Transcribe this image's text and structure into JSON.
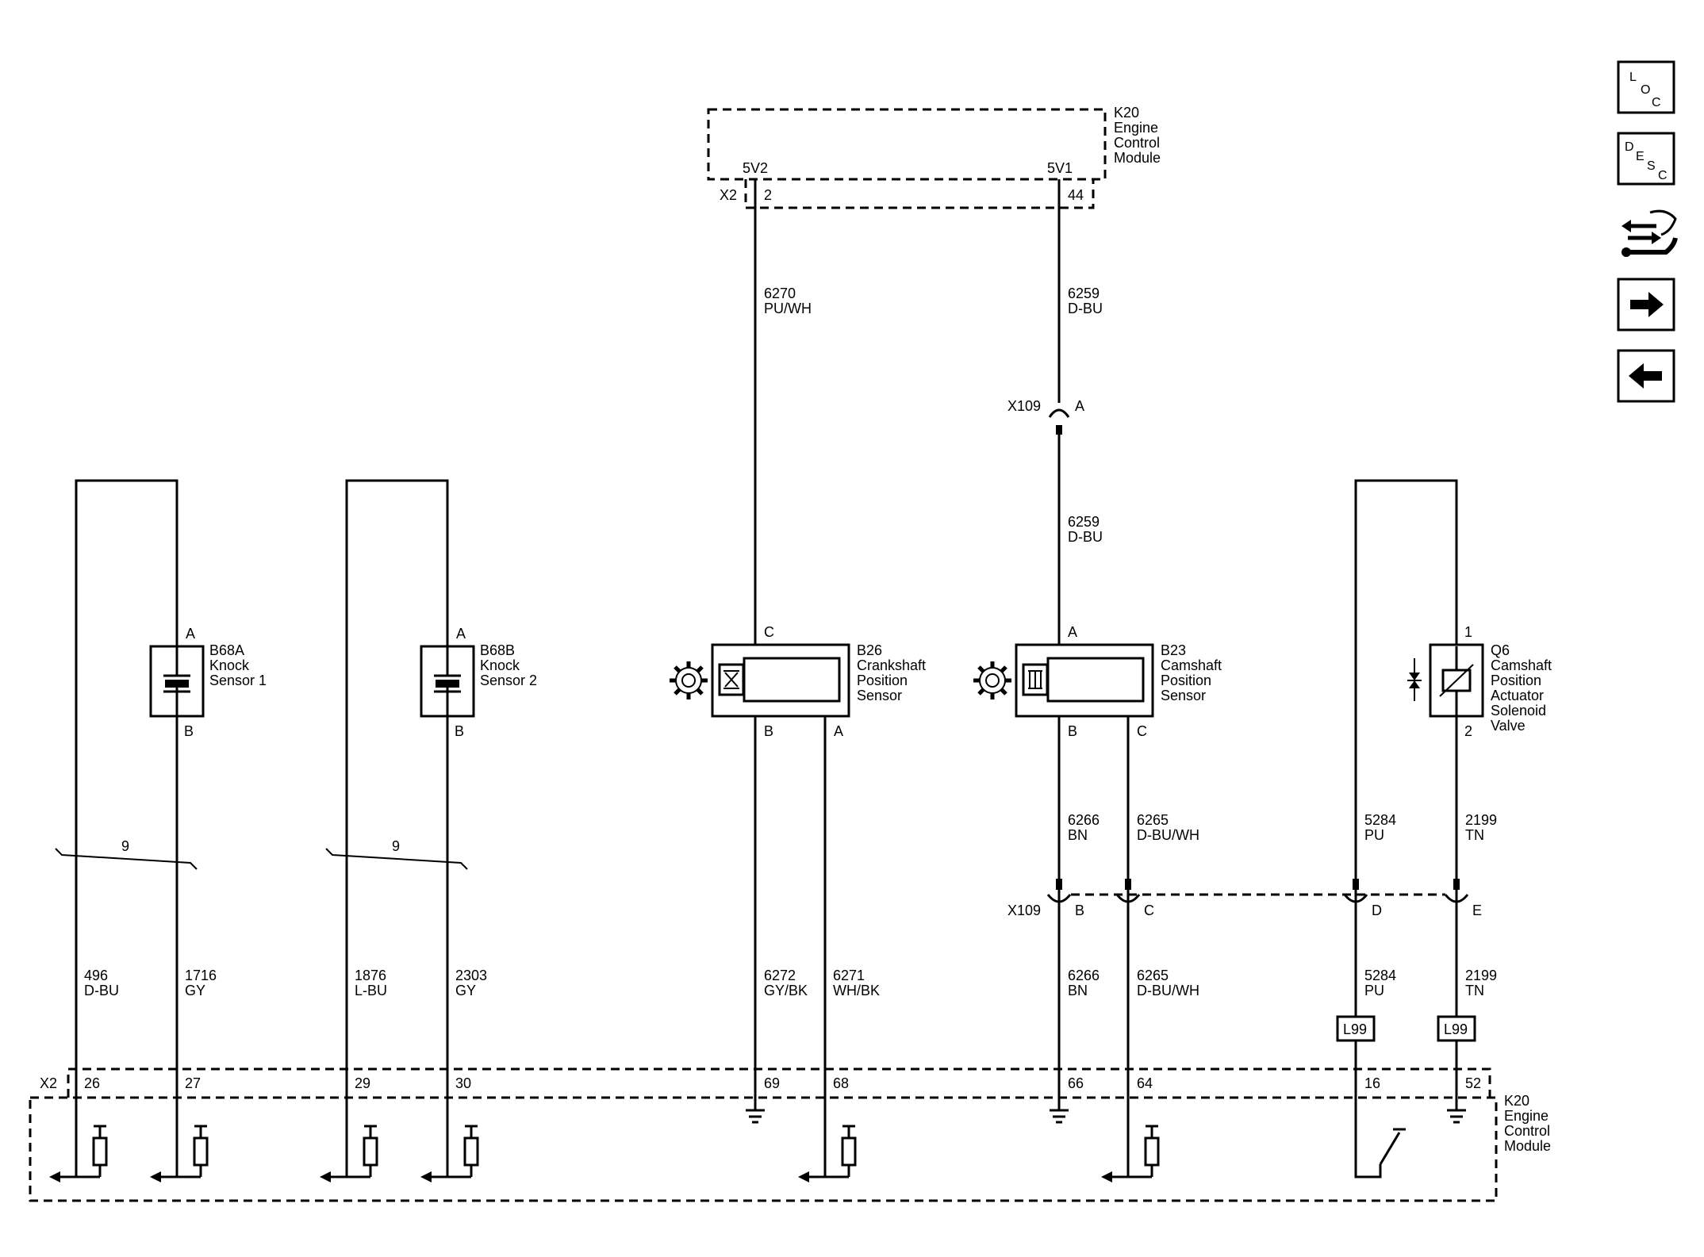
{
  "ecm_top": {
    "ref": "K20",
    "lines": [
      "Engine",
      "Control",
      "Module"
    ],
    "x_conn": "X2",
    "pins": [
      {
        "name": "5V2",
        "num": "2"
      },
      {
        "name": "5V1",
        "num": "44"
      }
    ]
  },
  "ecm_bottom": {
    "ref": "K20",
    "lines": [
      "Engine",
      "Control",
      "Module"
    ],
    "x_conn": "X2",
    "pins": [
      "26",
      "27",
      "29",
      "30",
      "69",
      "68",
      "66",
      "64",
      "16",
      "52"
    ]
  },
  "wires": {
    "w6270": {
      "num": "6270",
      "color": "PU/WH"
    },
    "w6259a": {
      "num": "6259",
      "color": "D-BU"
    },
    "w6259b": {
      "num": "6259",
      "color": "D-BU"
    },
    "w6266a": {
      "num": "6266",
      "color": "BN"
    },
    "w6265a": {
      "num": "6265",
      "color": "D-BU/WH"
    },
    "w5284a": {
      "num": "5284",
      "color": "PU"
    },
    "w2199a": {
      "num": "2199",
      "color": "TN"
    },
    "w496": {
      "num": "496",
      "color": "D-BU"
    },
    "w1716": {
      "num": "1716",
      "color": "GY"
    },
    "w1876": {
      "num": "1876",
      "color": "L-BU"
    },
    "w2303": {
      "num": "2303",
      "color": "GY"
    },
    "w6272": {
      "num": "6272",
      "color": "GY/BK"
    },
    "w6271": {
      "num": "6271",
      "color": "WH/BK"
    },
    "w6266b": {
      "num": "6266",
      "color": "BN"
    },
    "w6265b": {
      "num": "6265",
      "color": "D-BU/WH"
    },
    "w5284b": {
      "num": "5284",
      "color": "PU"
    },
    "w2199b": {
      "num": "2199",
      "color": "TN"
    }
  },
  "x109": {
    "name": "X109",
    "pins": [
      "A",
      "B",
      "C",
      "D",
      "E"
    ]
  },
  "knock1": {
    "ref": "B68A",
    "lines": [
      "Knock",
      "Sensor 1"
    ],
    "pin_top": "A",
    "pin_bottom": "B",
    "twist": "9"
  },
  "knock2": {
    "ref": "B68B",
    "lines": [
      "Knock",
      "Sensor 2"
    ],
    "pin_top": "A",
    "pin_bottom": "B",
    "twist": "9"
  },
  "crank": {
    "ref": "B26",
    "lines": [
      "Crankshaft",
      "Position",
      "Sensor"
    ],
    "pin_top": "C",
    "pin_b": "B",
    "pin_a": "A"
  },
  "cam": {
    "ref": "B23",
    "lines": [
      "Camshaft",
      "Position",
      "Sensor"
    ],
    "pin_top": "A",
    "pin_b": "B",
    "pin_c": "C"
  },
  "solenoid": {
    "ref": "Q6",
    "lines": [
      "Camshaft",
      "Position",
      "Actuator",
      "Solenoid",
      "Valve"
    ],
    "pin_top": "1",
    "pin_bottom": "2"
  },
  "options": [
    "L99",
    "L99"
  ],
  "nav": {
    "loc": [
      "L",
      "O",
      "C"
    ],
    "desc": [
      "D",
      "E",
      "S",
      "C"
    ]
  }
}
